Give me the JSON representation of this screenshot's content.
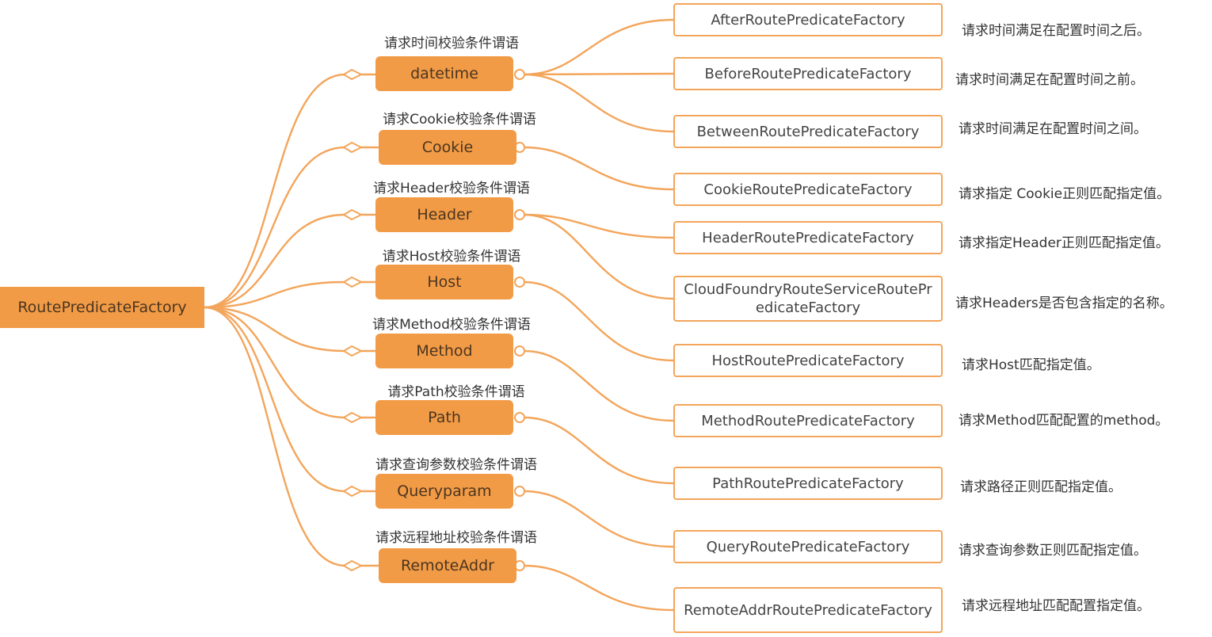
{
  "root": {
    "label": "RoutePredicateFactory"
  },
  "categories": [
    {
      "name": "datetime",
      "label": "请求时间校验条件谓语"
    },
    {
      "name": "Cookie",
      "label": "请求Cookie校验条件谓语"
    },
    {
      "name": "Header",
      "label": "请求Header校验条件谓语"
    },
    {
      "name": "Host",
      "label": "请求Host校验条件谓语"
    },
    {
      "name": "Method",
      "label": "请求Method校验条件谓语"
    },
    {
      "name": "Path",
      "label": "请求Path校验条件谓语"
    },
    {
      "name": "Queryparam",
      "label": "请求查询参数校验条件谓语"
    },
    {
      "name": "RemoteAddr",
      "label": "请求远程地址校验条件谓语"
    }
  ],
  "factories": [
    {
      "name": "AfterRoutePredicateFactory",
      "desc": "请求时间满足在配置时间之后。"
    },
    {
      "name": "BeforeRoutePredicateFactory",
      "desc": "请求时间满足在配置时间之前。"
    },
    {
      "name": "BetweenRoutePredicateFactory",
      "desc": "请求时间满足在配置时间之间。"
    },
    {
      "name": "CookieRoutePredicateFactory",
      "desc": "请求指定 Cookie正则匹配指定值。"
    },
    {
      "name": "HeaderRoutePredicateFactory",
      "desc": "请求指定Header正则匹配指定值。"
    },
    {
      "name": "CloudFoundryRouteServiceRoutePredicateFactory",
      "desc": "请求Headers是否包含指定的名称。"
    },
    {
      "name": "HostRoutePredicateFactory",
      "desc": "请求Host匹配指定值。"
    },
    {
      "name": "MethodRoutePredicateFactory",
      "desc": "请求Method匹配配置的method。"
    },
    {
      "name": "PathRoutePredicateFactory",
      "desc": "请求路径正则匹配指定值。"
    },
    {
      "name": "QueryRoutePredicateFactory",
      "desc": "请求查询参数正则匹配指定值。"
    },
    {
      "name": "RemoteAddrRoutePredicateFactory",
      "desc": "请求远程地址匹配配置指定值。"
    }
  ],
  "colors": {
    "accent": "#f29b46",
    "line": "#f3a55b",
    "node_text": "#4a3520"
  }
}
